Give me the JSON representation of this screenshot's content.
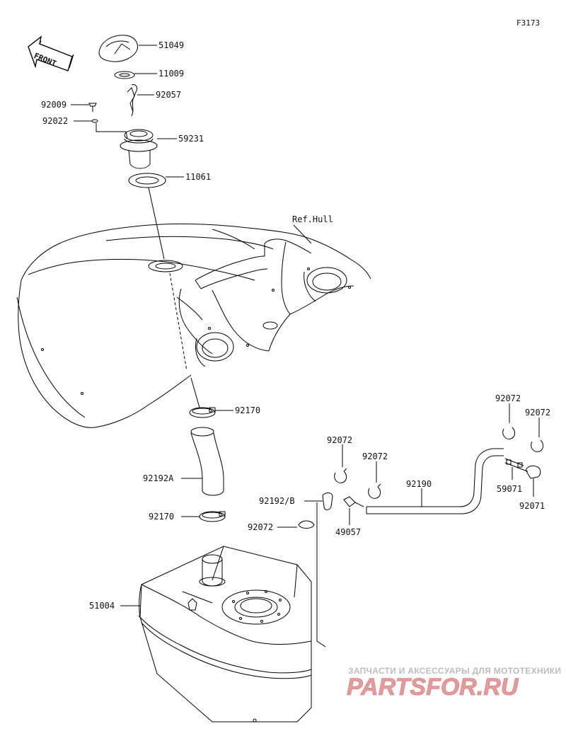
{
  "figure_id": "F3173",
  "ref_label": "Ref.Hull",
  "front_label": "FRONT",
  "parts": [
    "51049",
    "11009",
    "92057",
    "92009",
    "92022",
    "59231",
    "11061",
    "92170",
    "92192A",
    "92170",
    "51004",
    "92072",
    "92072",
    "92190",
    "92192/B",
    "92072",
    "49057",
    "92072",
    "92072",
    "59071",
    "92071"
  ],
  "watermark": {
    "line1": "ЗАПЧАСТИ И АКСЕССУАРЫ ДЛЯ МОТОТЕХНИКИ",
    "line2": "PARTSFOR.RU"
  }
}
